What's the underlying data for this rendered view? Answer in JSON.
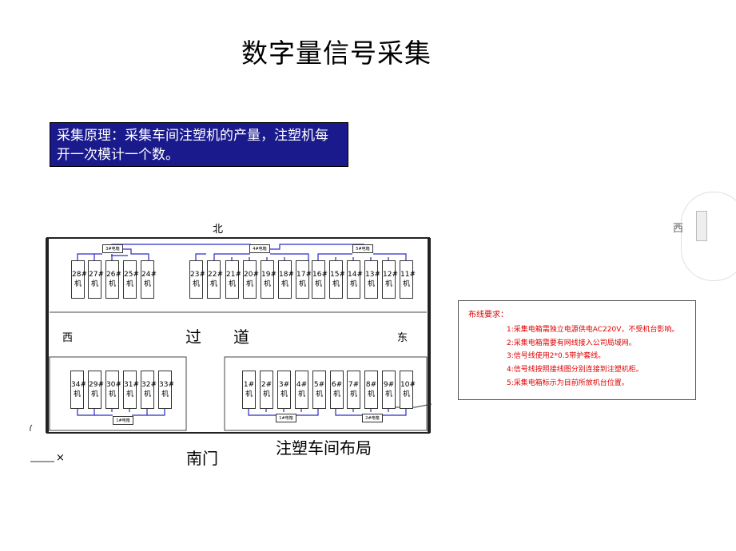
{
  "title": "数字量信号采集",
  "principle": "采集原理：采集车间注塑机的产量，注塑机每开一次模计一个数。",
  "layout": {
    "north": "北",
    "west_top": "西",
    "east": "东",
    "corridor_left": "过",
    "corridor_right": "道",
    "south_gate": "南门",
    "workshop": "注塑车间布局",
    "machine_suffix": "机",
    "ebox_label": "#电箱",
    "ebox_prefixes": [
      "3",
      "4",
      "5",
      "1",
      "2"
    ],
    "top_machines": [
      "28#",
      "27#",
      "26#",
      "25#",
      "24#",
      "23#",
      "22#",
      "21#",
      "20#",
      "19#",
      "18#",
      "17#",
      "16#",
      "15#",
      "14#",
      "13#",
      "12#",
      "11#"
    ],
    "bottom_left_machines": [
      "34#",
      "29#",
      "30#",
      "31#",
      "32#",
      "33#"
    ],
    "bottom_right_machines": [
      "1#",
      "2#",
      "3#",
      "4#",
      "5#",
      "6#",
      "7#",
      "8#",
      "9#",
      "10#"
    ]
  },
  "requirements": {
    "title": "布线要求：",
    "items": [
      "1:采集电箱需独立电源供电AC220V，不受机台影响。",
      "2:采集电箱需要有网线接入公司局域网。",
      "3:信号线使用2*0.5带护套线。",
      "4:信号线按照接线图分别连接到注塑机柜。",
      "5:采集电箱标示为目前所放机台位置。"
    ]
  },
  "side_panel": {
    "west_label": "西"
  },
  "colors": {
    "banner_bg": "#1a1a8c",
    "wire": "#2a2acc",
    "requirement_text": "#e00000"
  }
}
